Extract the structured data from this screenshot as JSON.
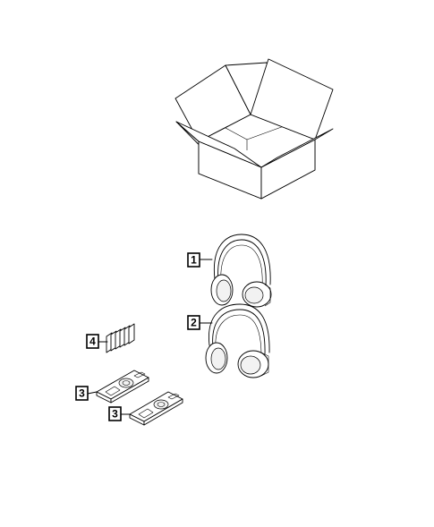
{
  "callouts": [
    {
      "id": "headphones-1",
      "label": "1"
    },
    {
      "id": "headphones-2",
      "label": "2"
    },
    {
      "id": "remote-a",
      "label": "3"
    },
    {
      "id": "remote-b",
      "label": "3"
    },
    {
      "id": "batteries",
      "label": "4"
    }
  ]
}
